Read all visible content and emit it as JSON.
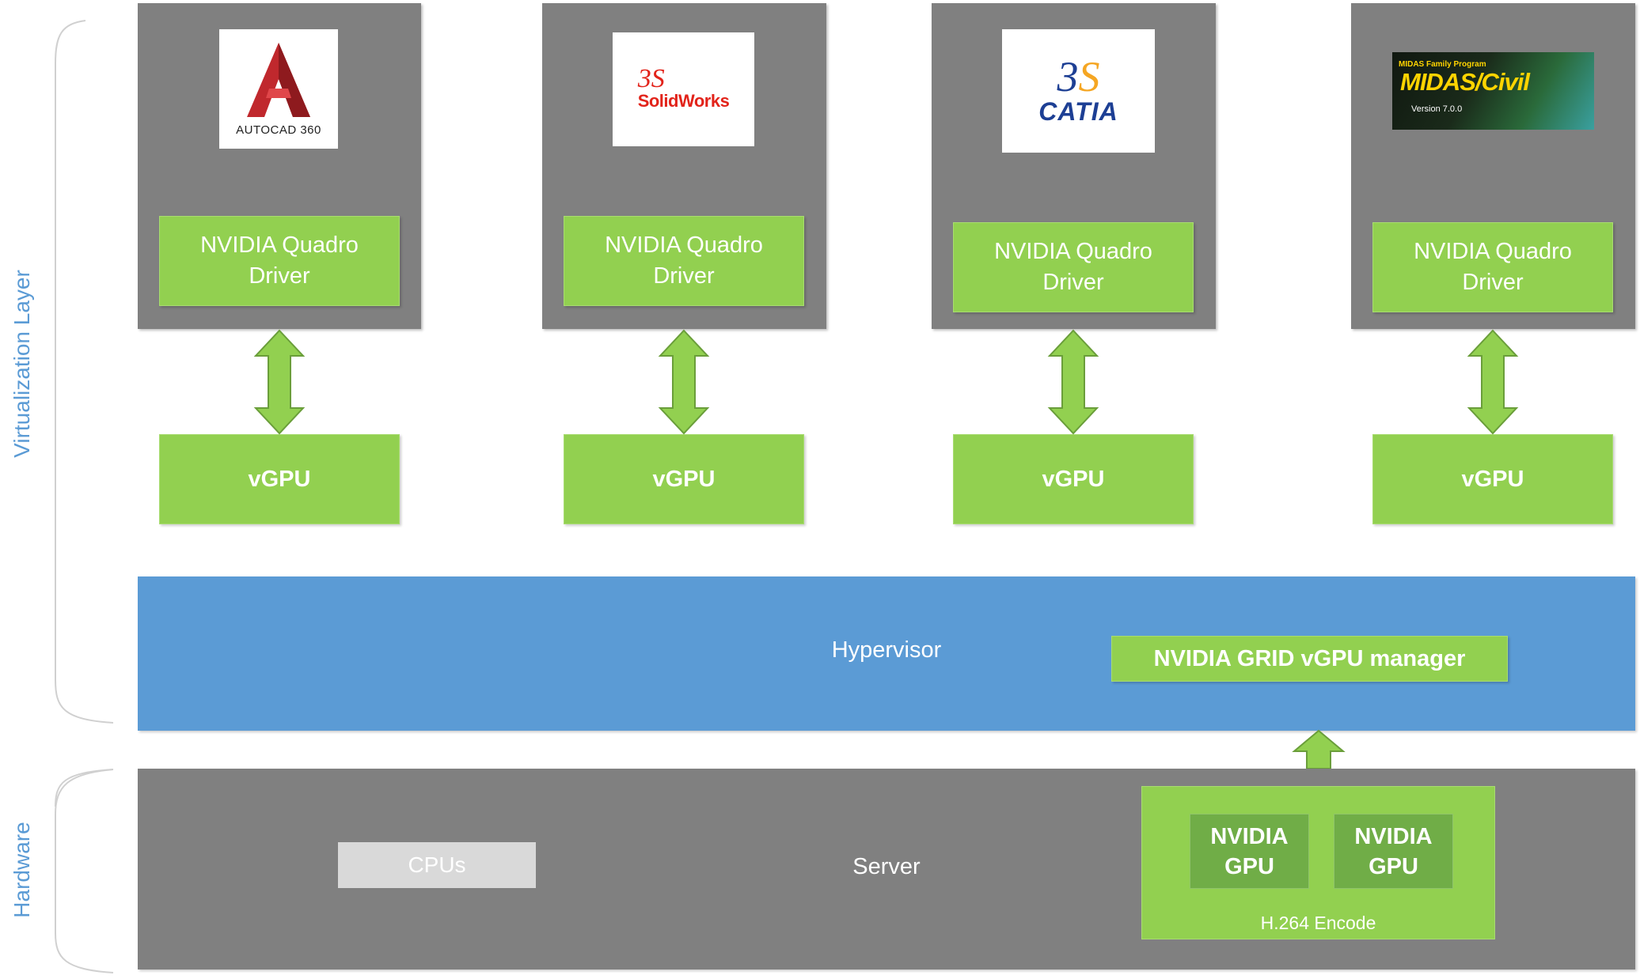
{
  "layers": {
    "virtualization": "Virtualization Layer",
    "hardware": "Hardware"
  },
  "vms": [
    {
      "app": "AUTOCAD 360",
      "driver_line1": "NVIDIA Quadro",
      "driver_line2": "Driver",
      "vgpu": "vGPU"
    },
    {
      "app": "SolidWorks",
      "driver_line1": "NVIDIA Quadro",
      "driver_line2": "Driver",
      "vgpu": "vGPU"
    },
    {
      "app": "CATIA",
      "driver_line1": "NVIDIA Quadro",
      "driver_line2": "Driver",
      "vgpu": "vGPU"
    },
    {
      "app_line1": "MIDAS Family Program",
      "app": "MIDAS/Civil",
      "app_version": "Version 7.0.0",
      "driver_line1": "NVIDIA Quadro",
      "driver_line2": "Driver",
      "vgpu": "vGPU"
    }
  ],
  "hypervisor": {
    "label": "Hypervisor",
    "manager": "NVIDIA GRID vGPU manager"
  },
  "server": {
    "label": "Server",
    "cpus": "CPUs",
    "gpus": [
      {
        "line1": "NVIDIA",
        "line2": "GPU"
      },
      {
        "line1": "NVIDIA",
        "line2": "GPU"
      }
    ],
    "encode": "H.264 Encode"
  },
  "colors": {
    "vm_gray": "#808080",
    "nvidia_green": "#92d050",
    "gpu_dark_green": "#70ad47",
    "hypervisor_blue": "#5b9bd5",
    "label_blue": "#5b9bd5",
    "autocad_red": "#c0282d",
    "solidworks_red": "#e2231a",
    "catia_blue": "#1d3f94",
    "midas_yellow": "#ffd400"
  }
}
